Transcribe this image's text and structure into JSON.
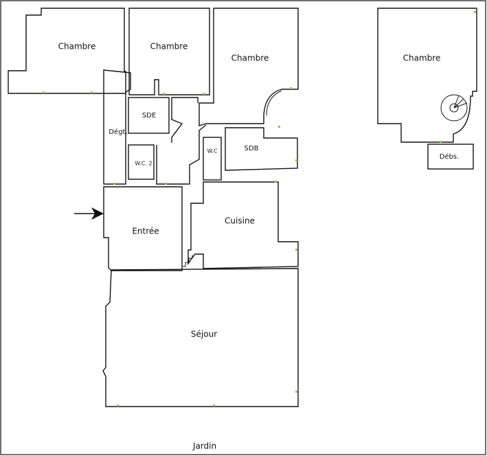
{
  "rooms": {
    "chambre_1": "Chambre",
    "chambre_2": "Chambre",
    "chambre_3": "Chambre",
    "chambre_4": "Chambre",
    "sde": "SDE",
    "degt": "Dégt.",
    "wc2": "W.C. 2",
    "wc": "W.C",
    "sdb": "SDB",
    "entree": "Entrée",
    "cuisine": "Cuisine",
    "sejour": "Séjour",
    "debs": "Débs."
  },
  "outside": {
    "jardin": "Jardin"
  },
  "colors": {
    "wall": "#111111",
    "marker": "#8cc063",
    "border": "#333333"
  }
}
